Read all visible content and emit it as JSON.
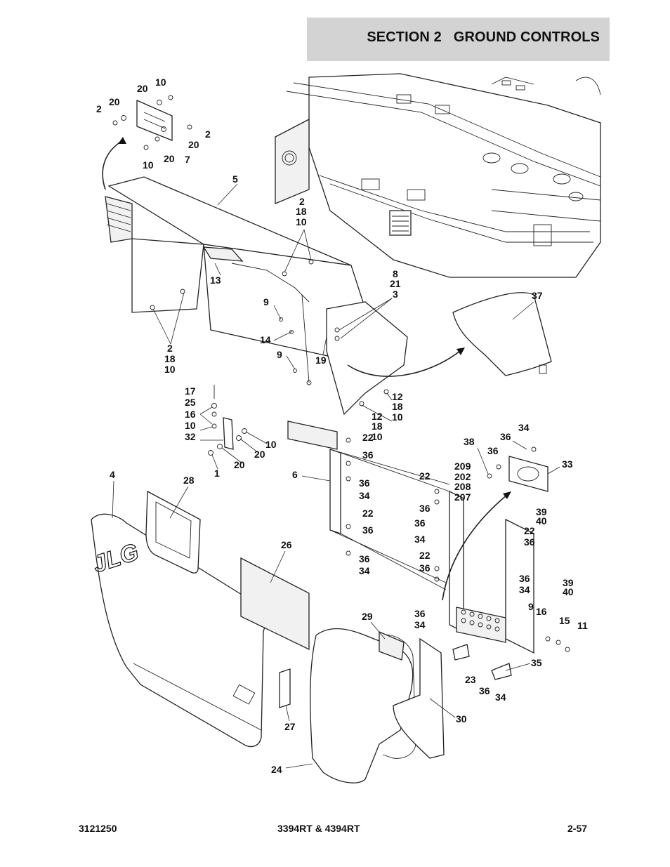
{
  "header": {
    "section": "SECTION 2",
    "title": "GROUND CONTROLS"
  },
  "footer": {
    "doc_number": "3121250",
    "models": "3394RT & 4394RT",
    "page": "2-57"
  },
  "logo_text": "JLG",
  "callouts": [
    "20",
    "10",
    "20",
    "2",
    "2",
    "20",
    "10",
    "20",
    "7",
    "5",
    "2",
    "18",
    "10",
    "13",
    "8",
    "21",
    "3",
    "9",
    "14",
    "9",
    "19",
    "2",
    "18",
    "10",
    "37",
    "12",
    "18",
    "10",
    "12",
    "18",
    "10",
    "17",
    "25",
    "16",
    "10",
    "32",
    "10",
    "20",
    "20",
    "1",
    "22",
    "36",
    "36",
    "34",
    "22",
    "36",
    "36",
    "34",
    "4",
    "28",
    "6",
    "38",
    "36",
    "36",
    "34",
    "33",
    "209",
    "202",
    "208",
    "207",
    "22",
    "36",
    "36",
    "34",
    "39",
    "40",
    "22",
    "36",
    "22",
    "36",
    "36",
    "34",
    "39",
    "40",
    "26",
    "29",
    "36",
    "34",
    "9",
    "16",
    "15",
    "11",
    "35",
    "23",
    "36",
    "34",
    "27",
    "30",
    "24"
  ]
}
